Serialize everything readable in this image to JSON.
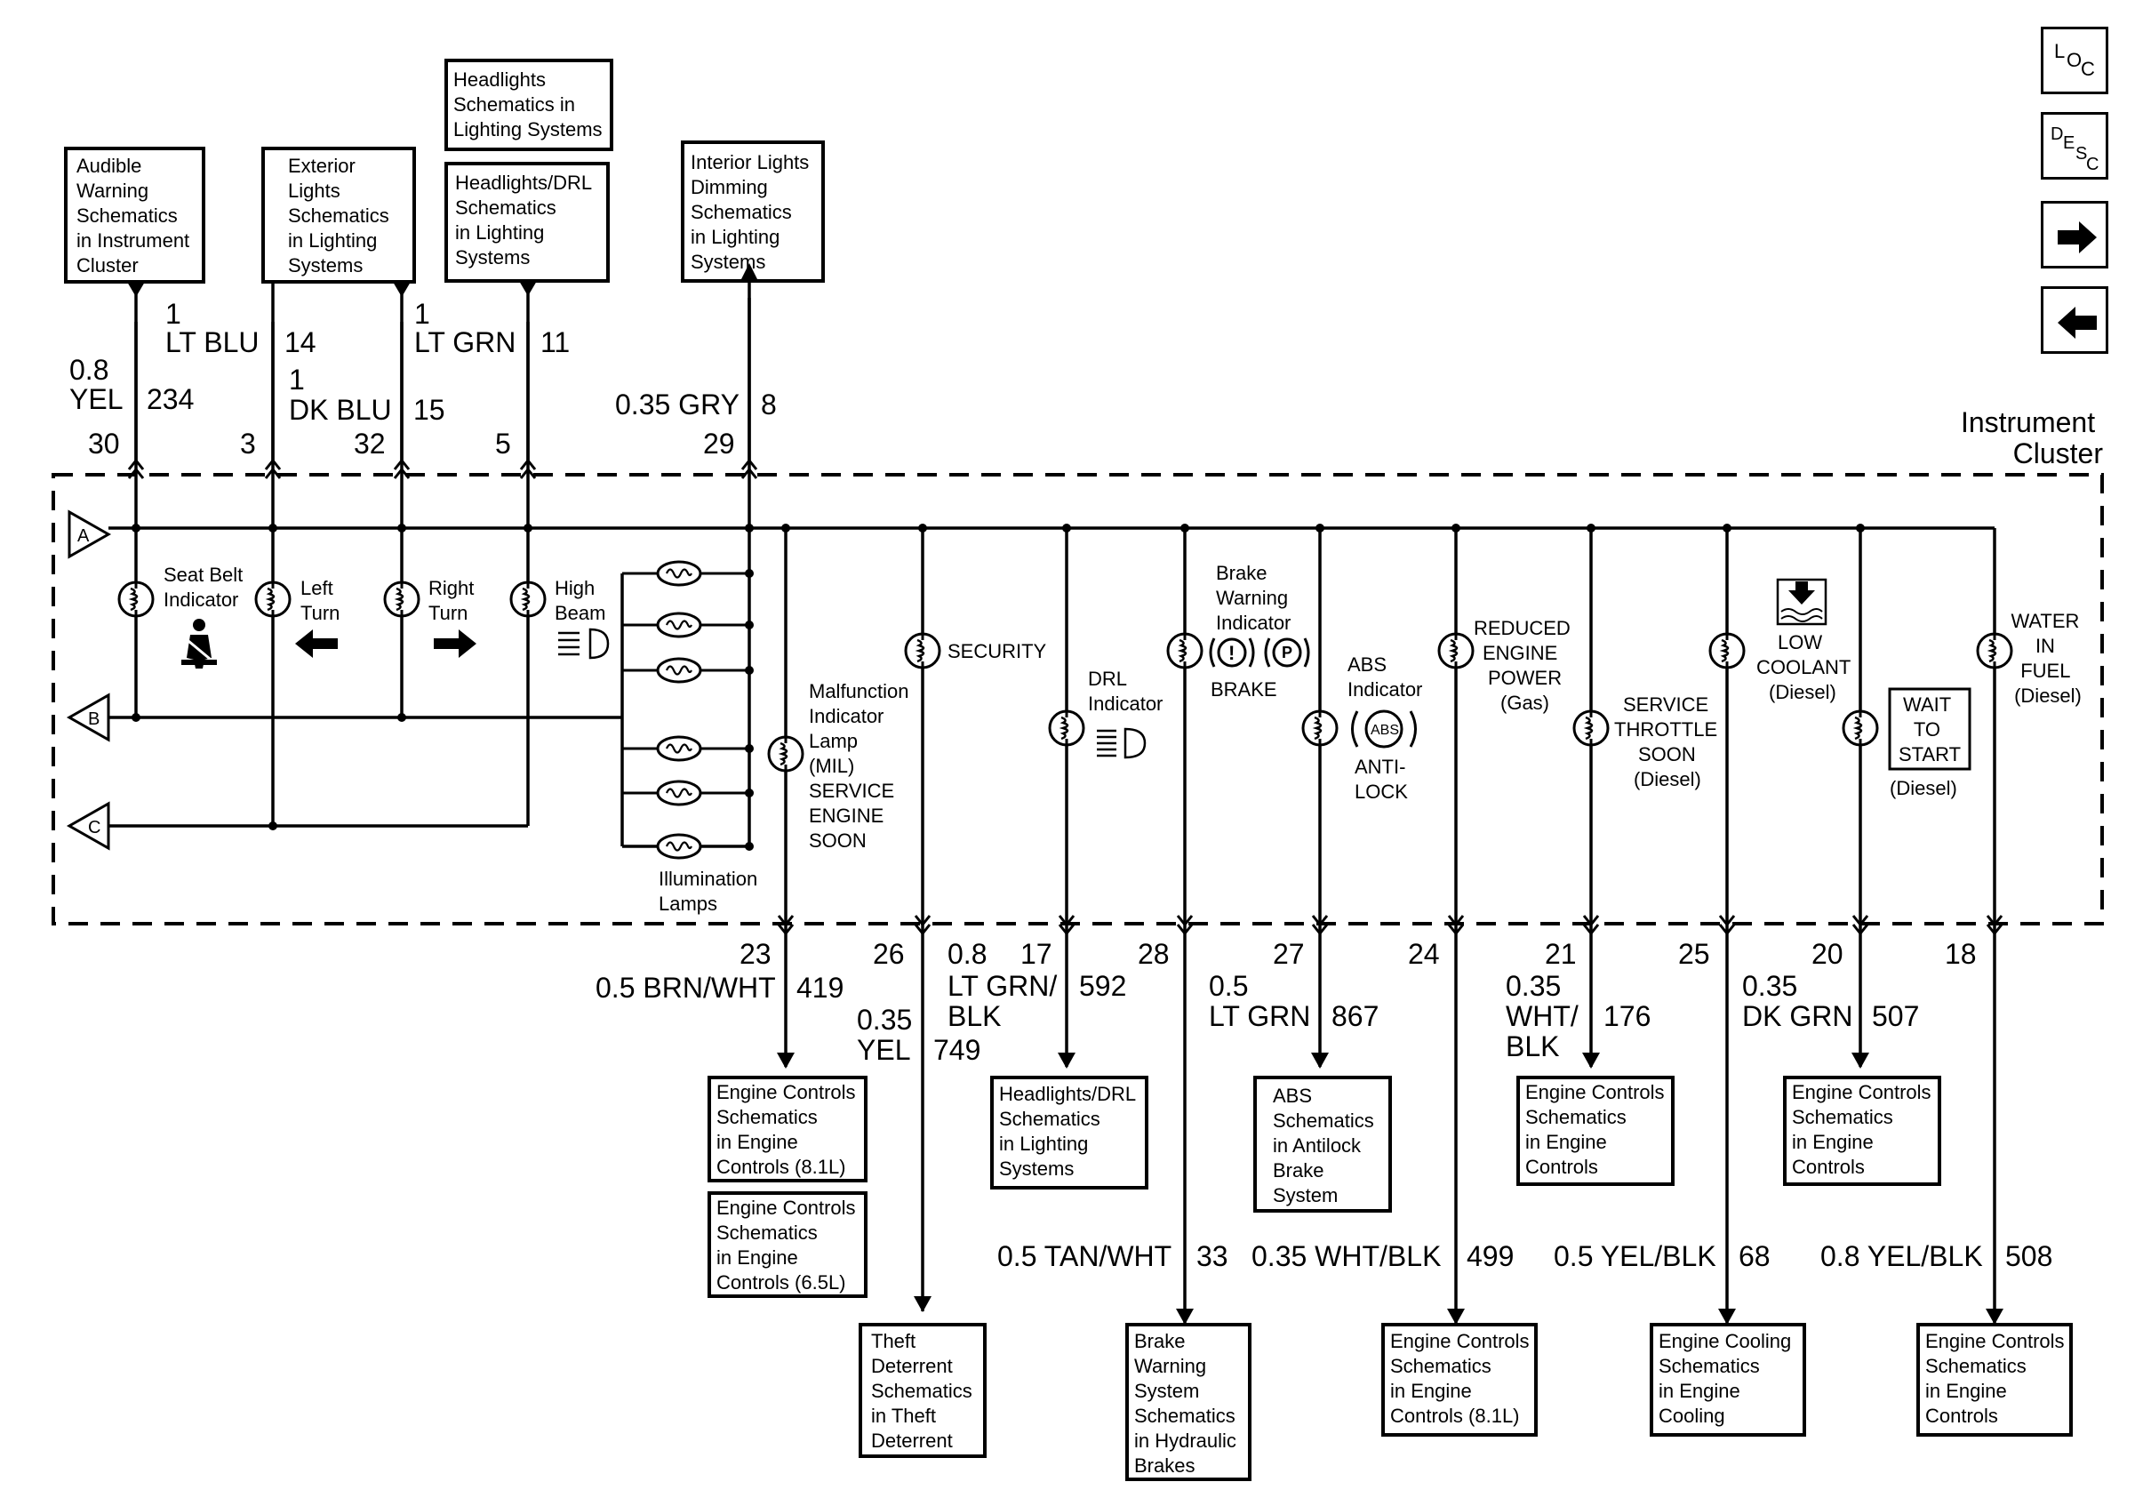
{
  "nav": {
    "loc": [
      "L",
      "O",
      "C"
    ],
    "desc": [
      "D",
      "E",
      "S",
      "C"
    ]
  },
  "cluster_title": [
    "Instrument",
    "Cluster"
  ],
  "connectors": [
    "A",
    "B",
    "C"
  ],
  "top_boxes": {
    "audible": [
      "Audible",
      "Warning",
      "Schematics",
      "in Instrument",
      "Cluster"
    ],
    "exterior": [
      "Exterior",
      "Lights",
      "Schematics",
      "in Lighting",
      "Systems"
    ],
    "headlights_top": [
      "Headlights",
      "Schematics in",
      "Lighting Systems"
    ],
    "headlights_drl_top": [
      "Headlights/DRL",
      "Schematics",
      "in Lighting",
      "Systems"
    ],
    "interior": [
      "Interior Lights",
      "Dimming",
      "Schematics",
      "in Lighting",
      "Systems"
    ]
  },
  "top_wires": {
    "w30": {
      "pin": "30",
      "size": "0.8",
      "color": "YEL",
      "circuit": "234"
    },
    "w3": {
      "pin": "3",
      "size": "1",
      "color": "LT BLU",
      "circuit": "14"
    },
    "w32": {
      "pin": "32",
      "size": "1",
      "color": "DK BLU",
      "circuit": "15"
    },
    "w5": {
      "pin": "5",
      "size": "1",
      "color": "LT GRN",
      "circuit": "11"
    },
    "w29": {
      "pin": "29",
      "label": "0.35 GRY",
      "circuit": "8"
    }
  },
  "indicators": {
    "seatbelt": [
      "Seat Belt",
      "Indicator"
    ],
    "left": [
      "Left",
      "Turn"
    ],
    "right": [
      "Right",
      "Turn"
    ],
    "high": [
      "High",
      "Beam"
    ],
    "illumination": [
      "Illumination",
      "Lamps"
    ],
    "mil": [
      "Malfunction",
      "Indicator",
      "Lamp",
      "(MIL)",
      "SERVICE",
      "ENGINE",
      "SOON"
    ],
    "security": "SECURITY",
    "drl": [
      "DRL",
      "Indicator"
    ],
    "brake": [
      "Brake",
      "Warning",
      "Indicator"
    ],
    "brake_label": "BRAKE",
    "brake_icons": [
      "!",
      "P"
    ],
    "abs": [
      "ABS",
      "Indicator"
    ],
    "abs_icon": "ABS",
    "abs_label": [
      "ANTI-",
      "LOCK"
    ],
    "reduced": [
      "REDUCED",
      "ENGINE",
      "POWER",
      "(Gas)"
    ],
    "throttle": [
      "SERVICE",
      "THROTTLE",
      "SOON",
      "(Diesel)"
    ],
    "coolant": [
      "LOW",
      "COOLANT",
      "(Diesel)"
    ],
    "wait": [
      "WAIT",
      "TO",
      "START"
    ],
    "wait_note": "(Diesel)",
    "water": [
      "WATER",
      "IN",
      "FUEL",
      "(Diesel)"
    ]
  },
  "bottom_wires": {
    "w23": {
      "pin": "23",
      "label": "0.5 BRN/WHT",
      "circuit": "419"
    },
    "w26": {
      "pin": "26",
      "size": "0.35",
      "color": "YEL",
      "circuit": "749"
    },
    "w17": {
      "pin": "17",
      "size": "0.8",
      "color1": "LT GRN/",
      "color2": "BLK",
      "circuit": "592"
    },
    "w28": {
      "pin": "28",
      "label": "0.5 TAN/WHT",
      "circuit": "33"
    },
    "w27": {
      "pin": "27",
      "size": "0.5",
      "color": "LT GRN",
      "circuit": "867"
    },
    "w24": {
      "pin": "24",
      "label": "0.35 WHT/BLK",
      "circuit": "499"
    },
    "w21": {
      "pin": "21",
      "size": "0.35",
      "color1": "WHT/",
      "color2": "BLK",
      "circuit": "176"
    },
    "w25": {
      "pin": "25",
      "label": "0.5 YEL/BLK",
      "circuit": "68"
    },
    "w20": {
      "pin": "20",
      "size": "0.35",
      "color": "DK GRN",
      "circuit": "507"
    },
    "w18": {
      "pin": "18",
      "label": "0.8 YEL/BLK",
      "circuit": "508"
    }
  },
  "bottom_boxes": {
    "ec81_a": [
      "Engine Controls",
      "Schematics",
      "in Engine",
      "Controls (8.1L)"
    ],
    "ec65": [
      "Engine Controls",
      "Schematics",
      "in Engine",
      "Controls (6.5L)"
    ],
    "theft": [
      "Theft",
      "Deterrent",
      "Schematics",
      "in Theft",
      "Deterrent"
    ],
    "hdrl": [
      "Headlights/DRL",
      "Schematics",
      "in Lighting",
      "Systems"
    ],
    "brakes": [
      "Brake",
      "Warning",
      "System",
      "Schematics",
      "in Hydraulic",
      "Brakes"
    ],
    "abs": [
      "ABS",
      "Schematics",
      "in Antilock",
      "Brake",
      "System"
    ],
    "ec81_b": [
      "Engine Controls",
      "Schematics",
      "in Engine",
      "Controls (8.1L)"
    ],
    "ec_21": [
      "Engine Controls",
      "Schematics",
      "in Engine",
      "Controls"
    ],
    "cooling": [
      "Engine Cooling",
      "Schematics",
      "in Engine",
      "Cooling"
    ],
    "ec_20": [
      "Engine Controls",
      "Schematics",
      "in Engine",
      "Controls"
    ],
    "ec_18": [
      "Engine Controls",
      "Schematics",
      "in Engine",
      "Controls"
    ]
  }
}
